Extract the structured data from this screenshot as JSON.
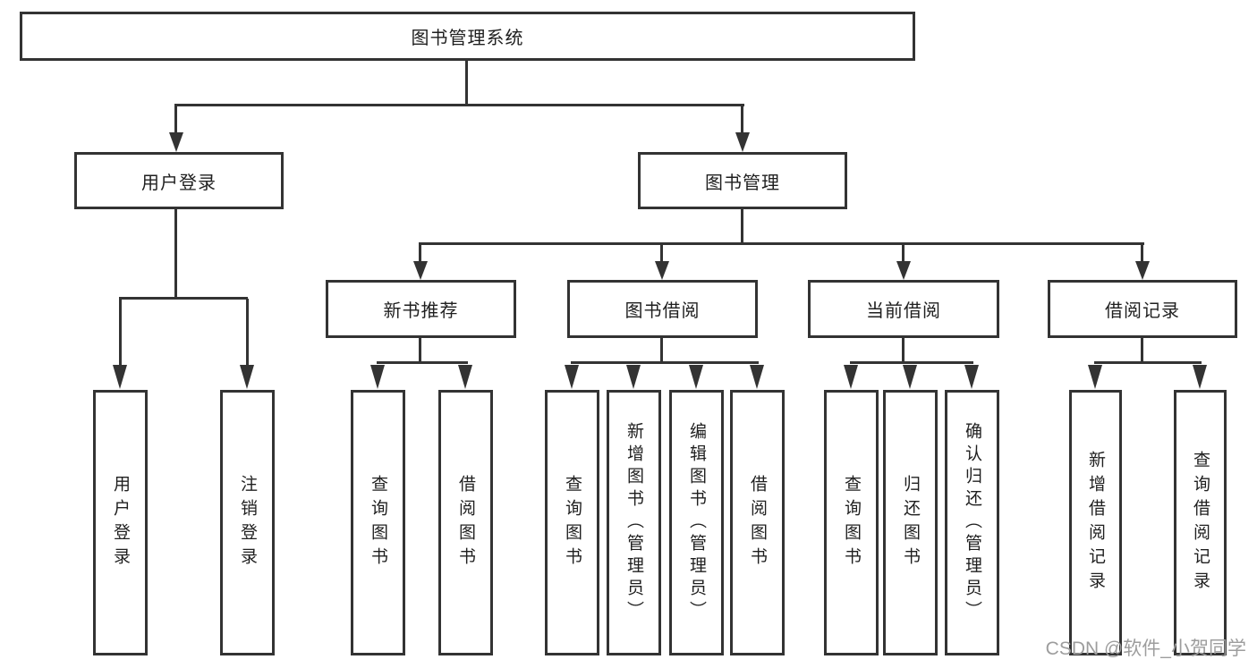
{
  "diagram_title": "图书管理系统",
  "tree": {
    "root": {
      "label": "图书管理系统"
    },
    "children": [
      {
        "label": "用户登录",
        "children": [
          {
            "label": "用户登录"
          },
          {
            "label": "注销登录"
          }
        ]
      },
      {
        "label": "图书管理",
        "children": [
          {
            "label": "新书推荐",
            "children": [
              {
                "label": "查询图书"
              },
              {
                "label": "借阅图书"
              }
            ]
          },
          {
            "label": "图书借阅",
            "children": [
              {
                "label": "查询图书"
              },
              {
                "label": "新增图书（管理员）"
              },
              {
                "label": "编辑图书（管理员）"
              },
              {
                "label": "借阅图书"
              }
            ]
          },
          {
            "label": "当前借阅",
            "children": [
              {
                "label": "查询图书"
              },
              {
                "label": "归还图书"
              },
              {
                "label": "确认归还（管理员）"
              }
            ]
          },
          {
            "label": "借阅记录",
            "children": [
              {
                "label": "新增借阅记录"
              },
              {
                "label": "查询借阅记录"
              }
            ]
          }
        ]
      }
    ]
  },
  "watermark": "CSDN @软件_小贺同学",
  "colors": {
    "line": "#333333",
    "box_border": "#333333",
    "box_fill": "#ffffff",
    "text": "#1f1f1f",
    "watermark": "#9d9d9d",
    "background": "#ffffff"
  }
}
